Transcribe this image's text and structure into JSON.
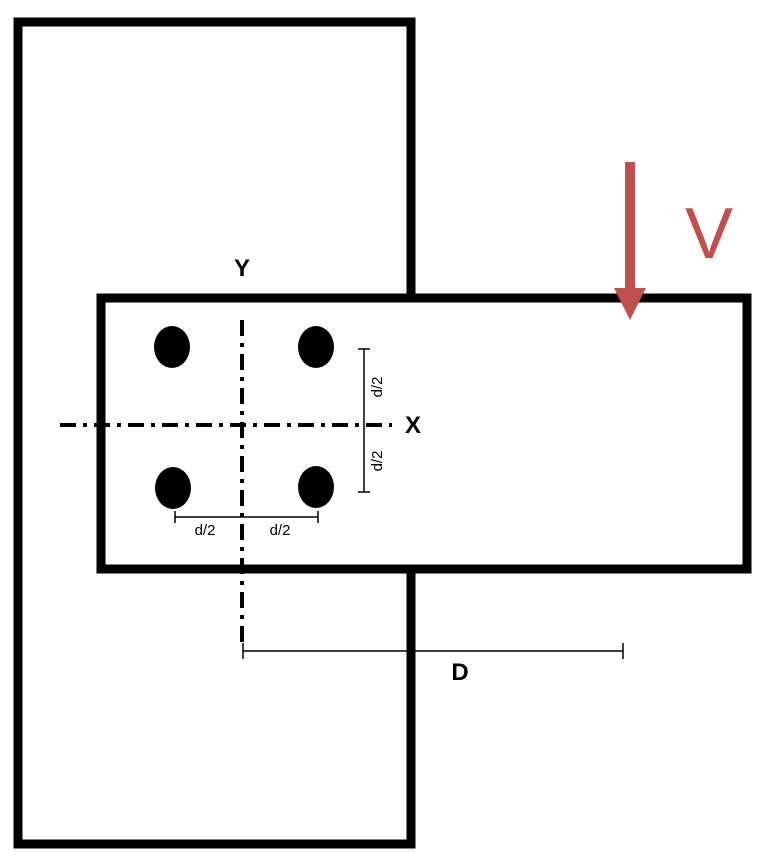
{
  "diagram": {
    "labels": {
      "y_axis": "Y",
      "x_axis": "X",
      "force": "V",
      "eccentricity": "D",
      "half_spacing_h_left": "d/2",
      "half_spacing_h_right": "d/2",
      "half_spacing_v_top": "d/2",
      "half_spacing_v_bottom": "d/2"
    },
    "bolt_count": 4,
    "colors": {
      "outline": "#000000",
      "force": "#c0504d",
      "background": "#ffffff"
    }
  }
}
